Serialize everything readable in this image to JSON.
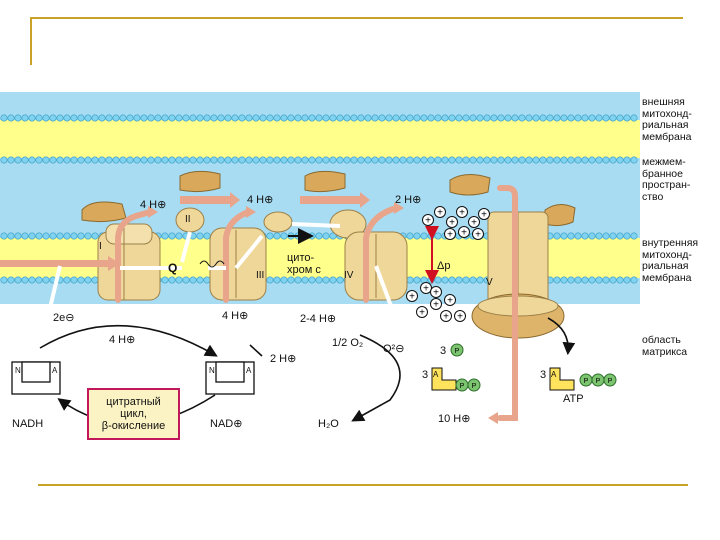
{
  "labels": {
    "outer_membrane": "внешняя\nмитохонд-\nриальная\nмембрана",
    "intermembrane": "межмем-\nбранное\nпростран-\nство",
    "inner_membrane": "внутренняя\nмитохонд-\nриальная\nмембрана",
    "matrix": "область\nматрикса",
    "h_top_1": "4 H⊕",
    "h_top_2": "4 H⊕",
    "h_top_3": "2 H⊕",
    "h_bottom_1": "4 H⊕",
    "h_bottom_2": "4 H⊕",
    "h_bottom_3": "2-4 H⊕",
    "h_mid": "2 H⊕",
    "electrons": "2e⊖",
    "cytochrome": "цито-\nхром c",
    "half_o2": "1/2 O₂",
    "o2_ion": "O²⊖",
    "delta_p": "Δp",
    "nadh": "NADH",
    "nad": "NAD⊕",
    "h2o": "H₂O",
    "cycle_box": "цитратный\nцикл,\nβ-окисление",
    "atp": "ATP",
    "ten_h": "10 H⊕",
    "adp_3": "3",
    "pi_3": "3",
    "atp_3": "3",
    "complex_I": "I",
    "complex_II": "II",
    "complex_III": "III",
    "complex_IV": "IV",
    "complex_V": "V",
    "q": "Q",
    "nucleotide_N": "N",
    "nucleotide_A": "A",
    "p": "P",
    "plus": "+"
  },
  "colors": {
    "membrane_fill": "#ffff8c",
    "intermembrane": "#a8dcf2",
    "lipid_head": "#7fd3f0",
    "protein": "#efd79a",
    "arrow": "#e8a58c",
    "frame": "#c9a227",
    "box_border": "#c2185b",
    "p_green": "#7cc470",
    "delta_arrow": "#d01020"
  }
}
